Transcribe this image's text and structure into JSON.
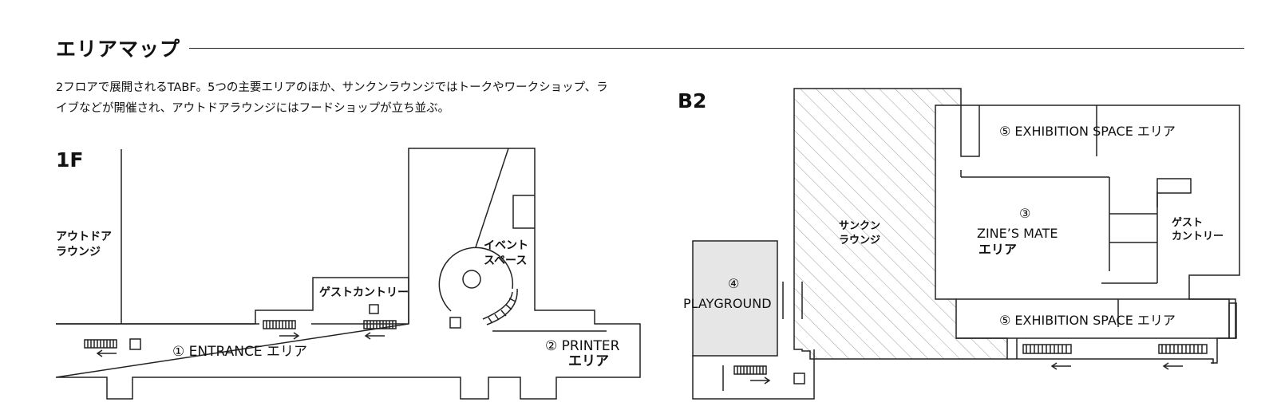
{
  "header": {
    "title": "エリアマップ",
    "description": "2フロアで展開されるTABF。5つの主要エリアのほか、サンクンラウンジではトークやワークショップ、ライブなどが開催され、アウトドアラウンジにはフードショップが立ち並ぶ。"
  },
  "floor_1f": {
    "label": "1F",
    "outdoor_lounge": [
      "アウトドア",
      "ラウンジ"
    ],
    "event_space": [
      "イベント",
      "スペース"
    ],
    "guest_country": "ゲストカントリー",
    "entrance_area": "① ENTRANCE エリア",
    "printer_area": [
      "② PRINTER",
      "エリア"
    ]
  },
  "floor_b2": {
    "label": "B2",
    "sunken_lounge": [
      "サンクン",
      "ラウンジ"
    ],
    "exhibition_top": "⑤ EXHIBITION SPACE エリア",
    "exhibition_bottom": "⑤ EXHIBITION SPACE エリア",
    "zines_mate": [
      "③",
      "ZINE’S MATE",
      "エリア"
    ],
    "guest_country": [
      "ゲスト",
      "カントリー"
    ],
    "playground": [
      "④",
      "PLAYGROUND"
    ]
  },
  "colors": {
    "line": "#222222",
    "hatch": "#9a9a9a",
    "playground_fill": "#e6e6e6"
  }
}
